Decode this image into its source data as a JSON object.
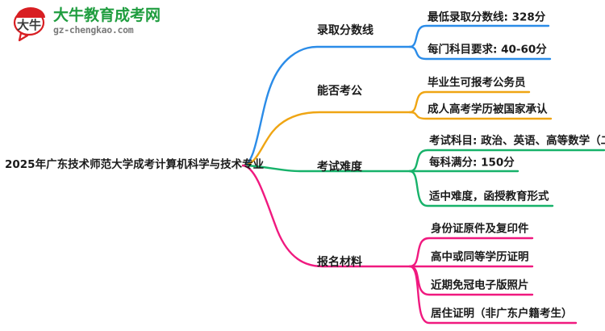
{
  "logo": {
    "mark_text": "大牛",
    "brand_cn": "大牛教育成考网",
    "brand_url": "gz-chengkao.com",
    "brand_color": "#1f9d3f",
    "mark_color": "#d81e22"
  },
  "mindmap": {
    "root": {
      "label": "2025年广东技术师范大学成考计算机科学与技术专业"
    },
    "branches": [
      {
        "label": "录取分数线",
        "color": "#2b8ce8",
        "children": [
          {
            "label": "最低录取分数线: 328分"
          },
          {
            "label": "每门科目要求: 40-60分"
          }
        ]
      },
      {
        "label": "能否考公",
        "color": "#efa513",
        "children": [
          {
            "label": "毕业生可报考公务员"
          },
          {
            "label": "成人高考学历被国家承认"
          }
        ]
      },
      {
        "label": "考试难度",
        "color": "#17b26a",
        "children": [
          {
            "label": "考试科目: 政治、英语、高等数学（二）"
          },
          {
            "label": "每科满分: 150分"
          },
          {
            "label": "适中难度，函授教育形式"
          }
        ]
      },
      {
        "label": "报名材料",
        "color": "#f0197f",
        "children": [
          {
            "label": "身份证原件及复印件"
          },
          {
            "label": "高中或同等学历证明"
          },
          {
            "label": "近期免冠电子版照片"
          },
          {
            "label": "居住证明（非广东户籍考生）"
          }
        ]
      }
    ]
  }
}
